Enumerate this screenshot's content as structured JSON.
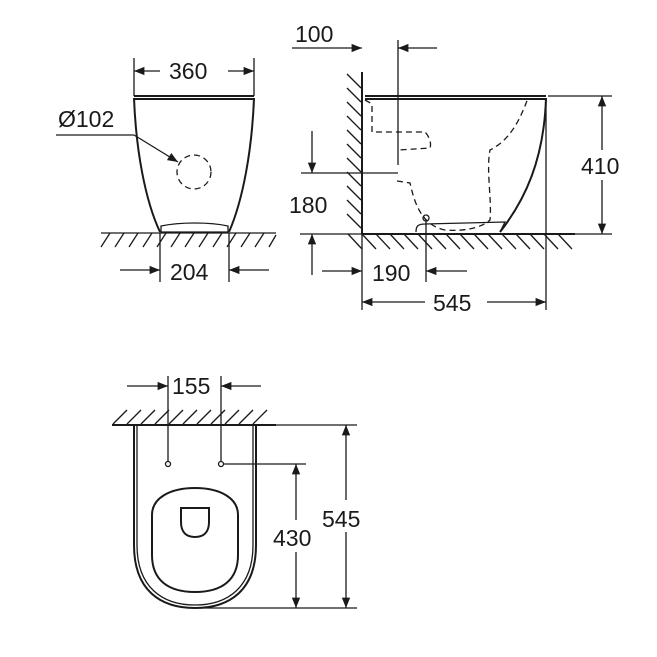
{
  "drawing": {
    "front_view": {
      "width_top": "360",
      "outlet_diameter": "Ø102",
      "width_base": "204"
    },
    "side_view": {
      "wall_to_axis": "100",
      "outlet_height": "180",
      "height": "410",
      "wall_to_fixing": "190",
      "depth": "545"
    },
    "top_view": {
      "fixing_spacing": "155",
      "fixing_to_front": "430",
      "depth": "545"
    }
  }
}
